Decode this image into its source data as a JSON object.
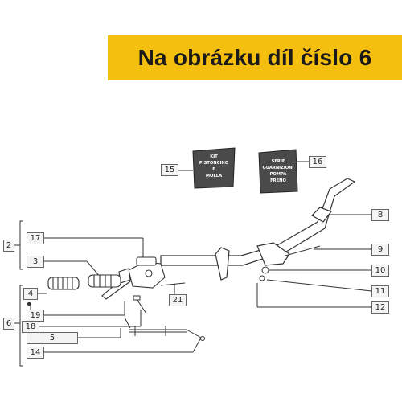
{
  "banner": {
    "text": "Na obrázku díl číslo 6"
  },
  "kits": {
    "kit15": {
      "lines": [
        "KIT",
        "PISTONCINO",
        "E",
        "MOLLA"
      ]
    },
    "kit16": {
      "lines": [
        "SERIE",
        "GUARNIZIONI",
        "POMPA",
        "FRENO"
      ]
    }
  },
  "callouts": [
    {
      "id": "c15",
      "label": "15"
    },
    {
      "id": "c16",
      "label": "16"
    },
    {
      "id": "c8",
      "label": "8"
    },
    {
      "id": "c2",
      "label": "2"
    },
    {
      "id": "c17",
      "label": "17"
    },
    {
      "id": "c9",
      "label": "9"
    },
    {
      "id": "c3",
      "label": "3"
    },
    {
      "id": "c10",
      "label": "10"
    },
    {
      "id": "c4",
      "label": "4"
    },
    {
      "id": "c11",
      "label": "11"
    },
    {
      "id": "c21",
      "label": "21"
    },
    {
      "id": "c12",
      "label": "12"
    },
    {
      "id": "c19",
      "label": "19"
    },
    {
      "id": "c6",
      "label": "6"
    },
    {
      "id": "c18",
      "label": "18"
    },
    {
      "id": "c5",
      "label": "5"
    },
    {
      "id": "c14",
      "label": "14"
    }
  ],
  "colors": {
    "banner": "#f5bf10",
    "line": "#333333",
    "callout_border": "#666666"
  }
}
